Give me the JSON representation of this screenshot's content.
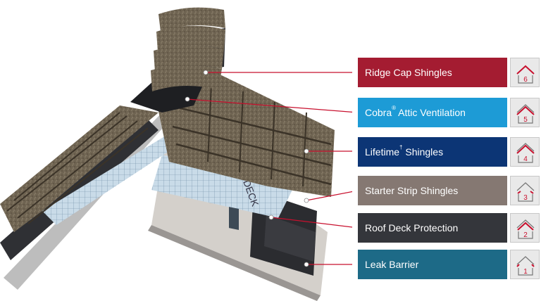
{
  "layers": [
    {
      "id": "ridge-cap-shingles",
      "label": "Ridge Cap Shingles",
      "sup": "",
      "step": "6",
      "color": "#a41c31"
    },
    {
      "id": "cobra-attic-ventilation",
      "label": "Cobra",
      "sup": "®",
      "label_after": " Attic Ventilation",
      "step": "5",
      "color": "#1d9bd6"
    },
    {
      "id": "lifetime-shingles",
      "label": "Lifetime",
      "sup": "†",
      "label_after": " Shingles",
      "step": "4",
      "color": "#0c3575"
    },
    {
      "id": "starter-strip-shingles",
      "label": "Starter Strip Shingles",
      "sup": "",
      "step": "3",
      "color": "#857872"
    },
    {
      "id": "roof-deck-protection",
      "label": "Roof Deck Protection",
      "sup": "",
      "step": "2",
      "color": "#34363b"
    },
    {
      "id": "leak-barrier",
      "label": "Leak Barrier",
      "sup": "",
      "step": "1",
      "color": "#1d6a87"
    }
  ],
  "accent": "#c8102e"
}
